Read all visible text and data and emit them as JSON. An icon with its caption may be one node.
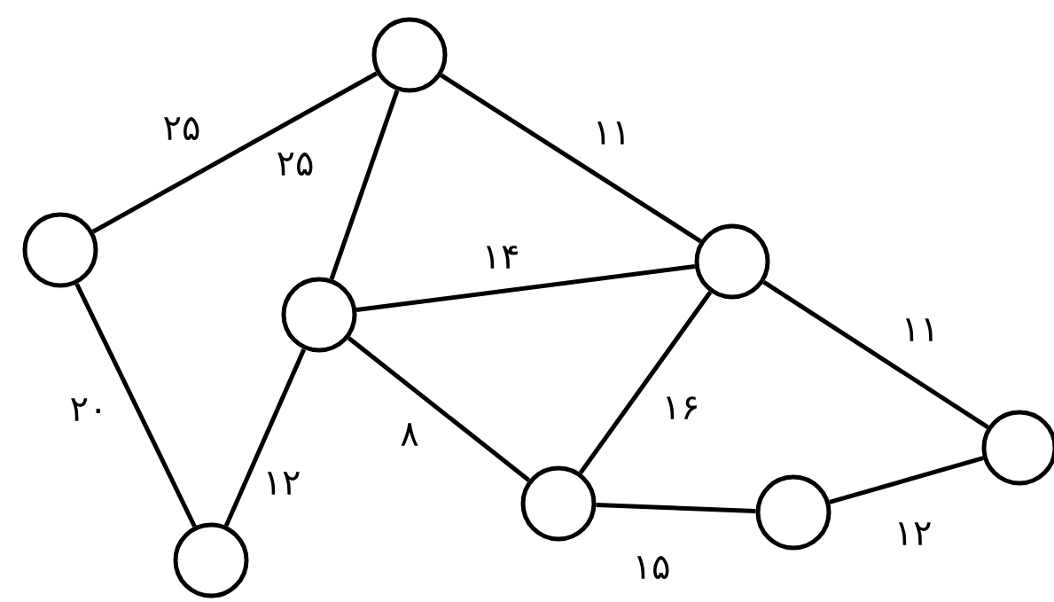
{
  "diagram": {
    "nodes": [
      {
        "text": [],
        "shape": "circle"
      },
      {
        "text": [],
        "shape": "circle"
      },
      {
        "text": [],
        "shape": "circle"
      },
      {
        "text": [],
        "shape": "circle"
      },
      {
        "text": [],
        "shape": "circle"
      },
      {
        "text": [],
        "shape": "circle"
      },
      {
        "text": [],
        "shape": "circle"
      },
      {
        "text": [],
        "shape": "circle"
      }
    ],
    "edges": [
      {
        "from": 0,
        "to": 1,
        "arrow": "none",
        "label": "۲۵"
      },
      {
        "from": 0,
        "to": 2,
        "arrow": "none",
        "label": "۲۵"
      },
      {
        "from": 0,
        "to": 3,
        "arrow": "none",
        "label": "۱۱"
      },
      {
        "from": 1,
        "to": 5,
        "arrow": "none",
        "label": "۲۰"
      },
      {
        "from": 2,
        "to": 3,
        "arrow": "none",
        "label": "۱۴"
      },
      {
        "from": 2,
        "to": 5,
        "arrow": "none",
        "label": "۱۲"
      },
      {
        "from": 2,
        "to": 6,
        "arrow": "none",
        "label": "۸"
      },
      {
        "from": 3,
        "to": 6,
        "arrow": "none",
        "label": "۱۶"
      },
      {
        "from": 3,
        "to": 4,
        "arrow": "none",
        "label": "۱۱"
      },
      {
        "from": 6,
        "to": 7,
        "arrow": "none",
        "label": "۱۵"
      },
      {
        "from": 7,
        "to": 4,
        "arrow": "none",
        "label": "۱۲"
      }
    ]
  }
}
